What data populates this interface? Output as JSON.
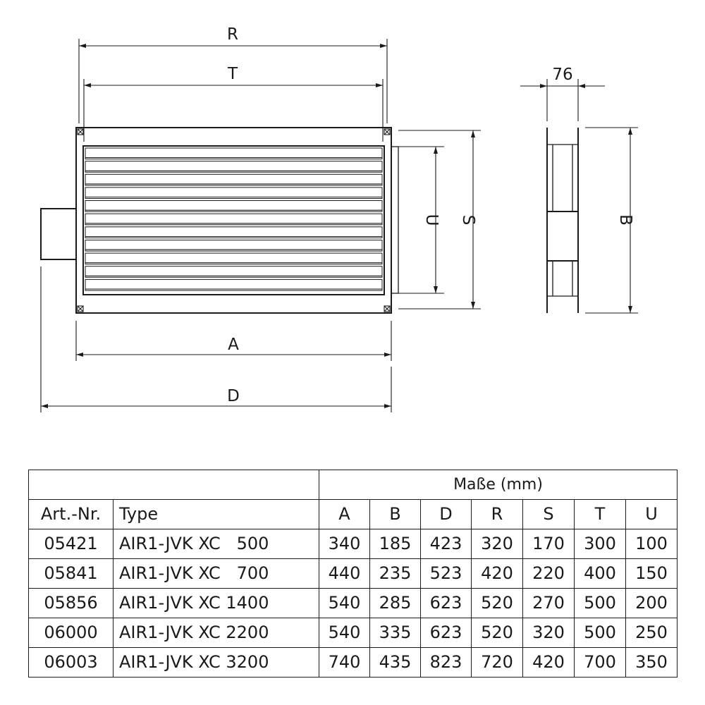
{
  "drawing": {
    "dimension_labels": {
      "R": "R",
      "T": "T",
      "A": "A",
      "D": "D",
      "U": "U",
      "S": "S",
      "B": "B",
      "depth": "76"
    }
  },
  "table": {
    "group_header": "Maße (mm)",
    "col_art": "Art.-Nr.",
    "col_type": "Type",
    "dim_columns": [
      "A",
      "B",
      "D",
      "R",
      "S",
      "T",
      "U"
    ],
    "rows": [
      {
        "art": "05421",
        "type": "AIR1-JVK XC   500",
        "values": [
          "340",
          "185",
          "423",
          "320",
          "170",
          "300",
          "100"
        ]
      },
      {
        "art": "05841",
        "type": "AIR1-JVK XC   700",
        "values": [
          "440",
          "235",
          "523",
          "420",
          "220",
          "400",
          "150"
        ]
      },
      {
        "art": "05856",
        "type": "AIR1-JVK XC 1400",
        "values": [
          "540",
          "285",
          "623",
          "520",
          "270",
          "500",
          "200"
        ]
      },
      {
        "art": "06000",
        "type": "AIR1-JVK XC 2200",
        "values": [
          "540",
          "335",
          "623",
          "520",
          "320",
          "500",
          "250"
        ]
      },
      {
        "art": "06003",
        "type": "AIR1-JVK XC 3200",
        "values": [
          "740",
          "435",
          "823",
          "720",
          "420",
          "700",
          "350"
        ]
      }
    ]
  }
}
